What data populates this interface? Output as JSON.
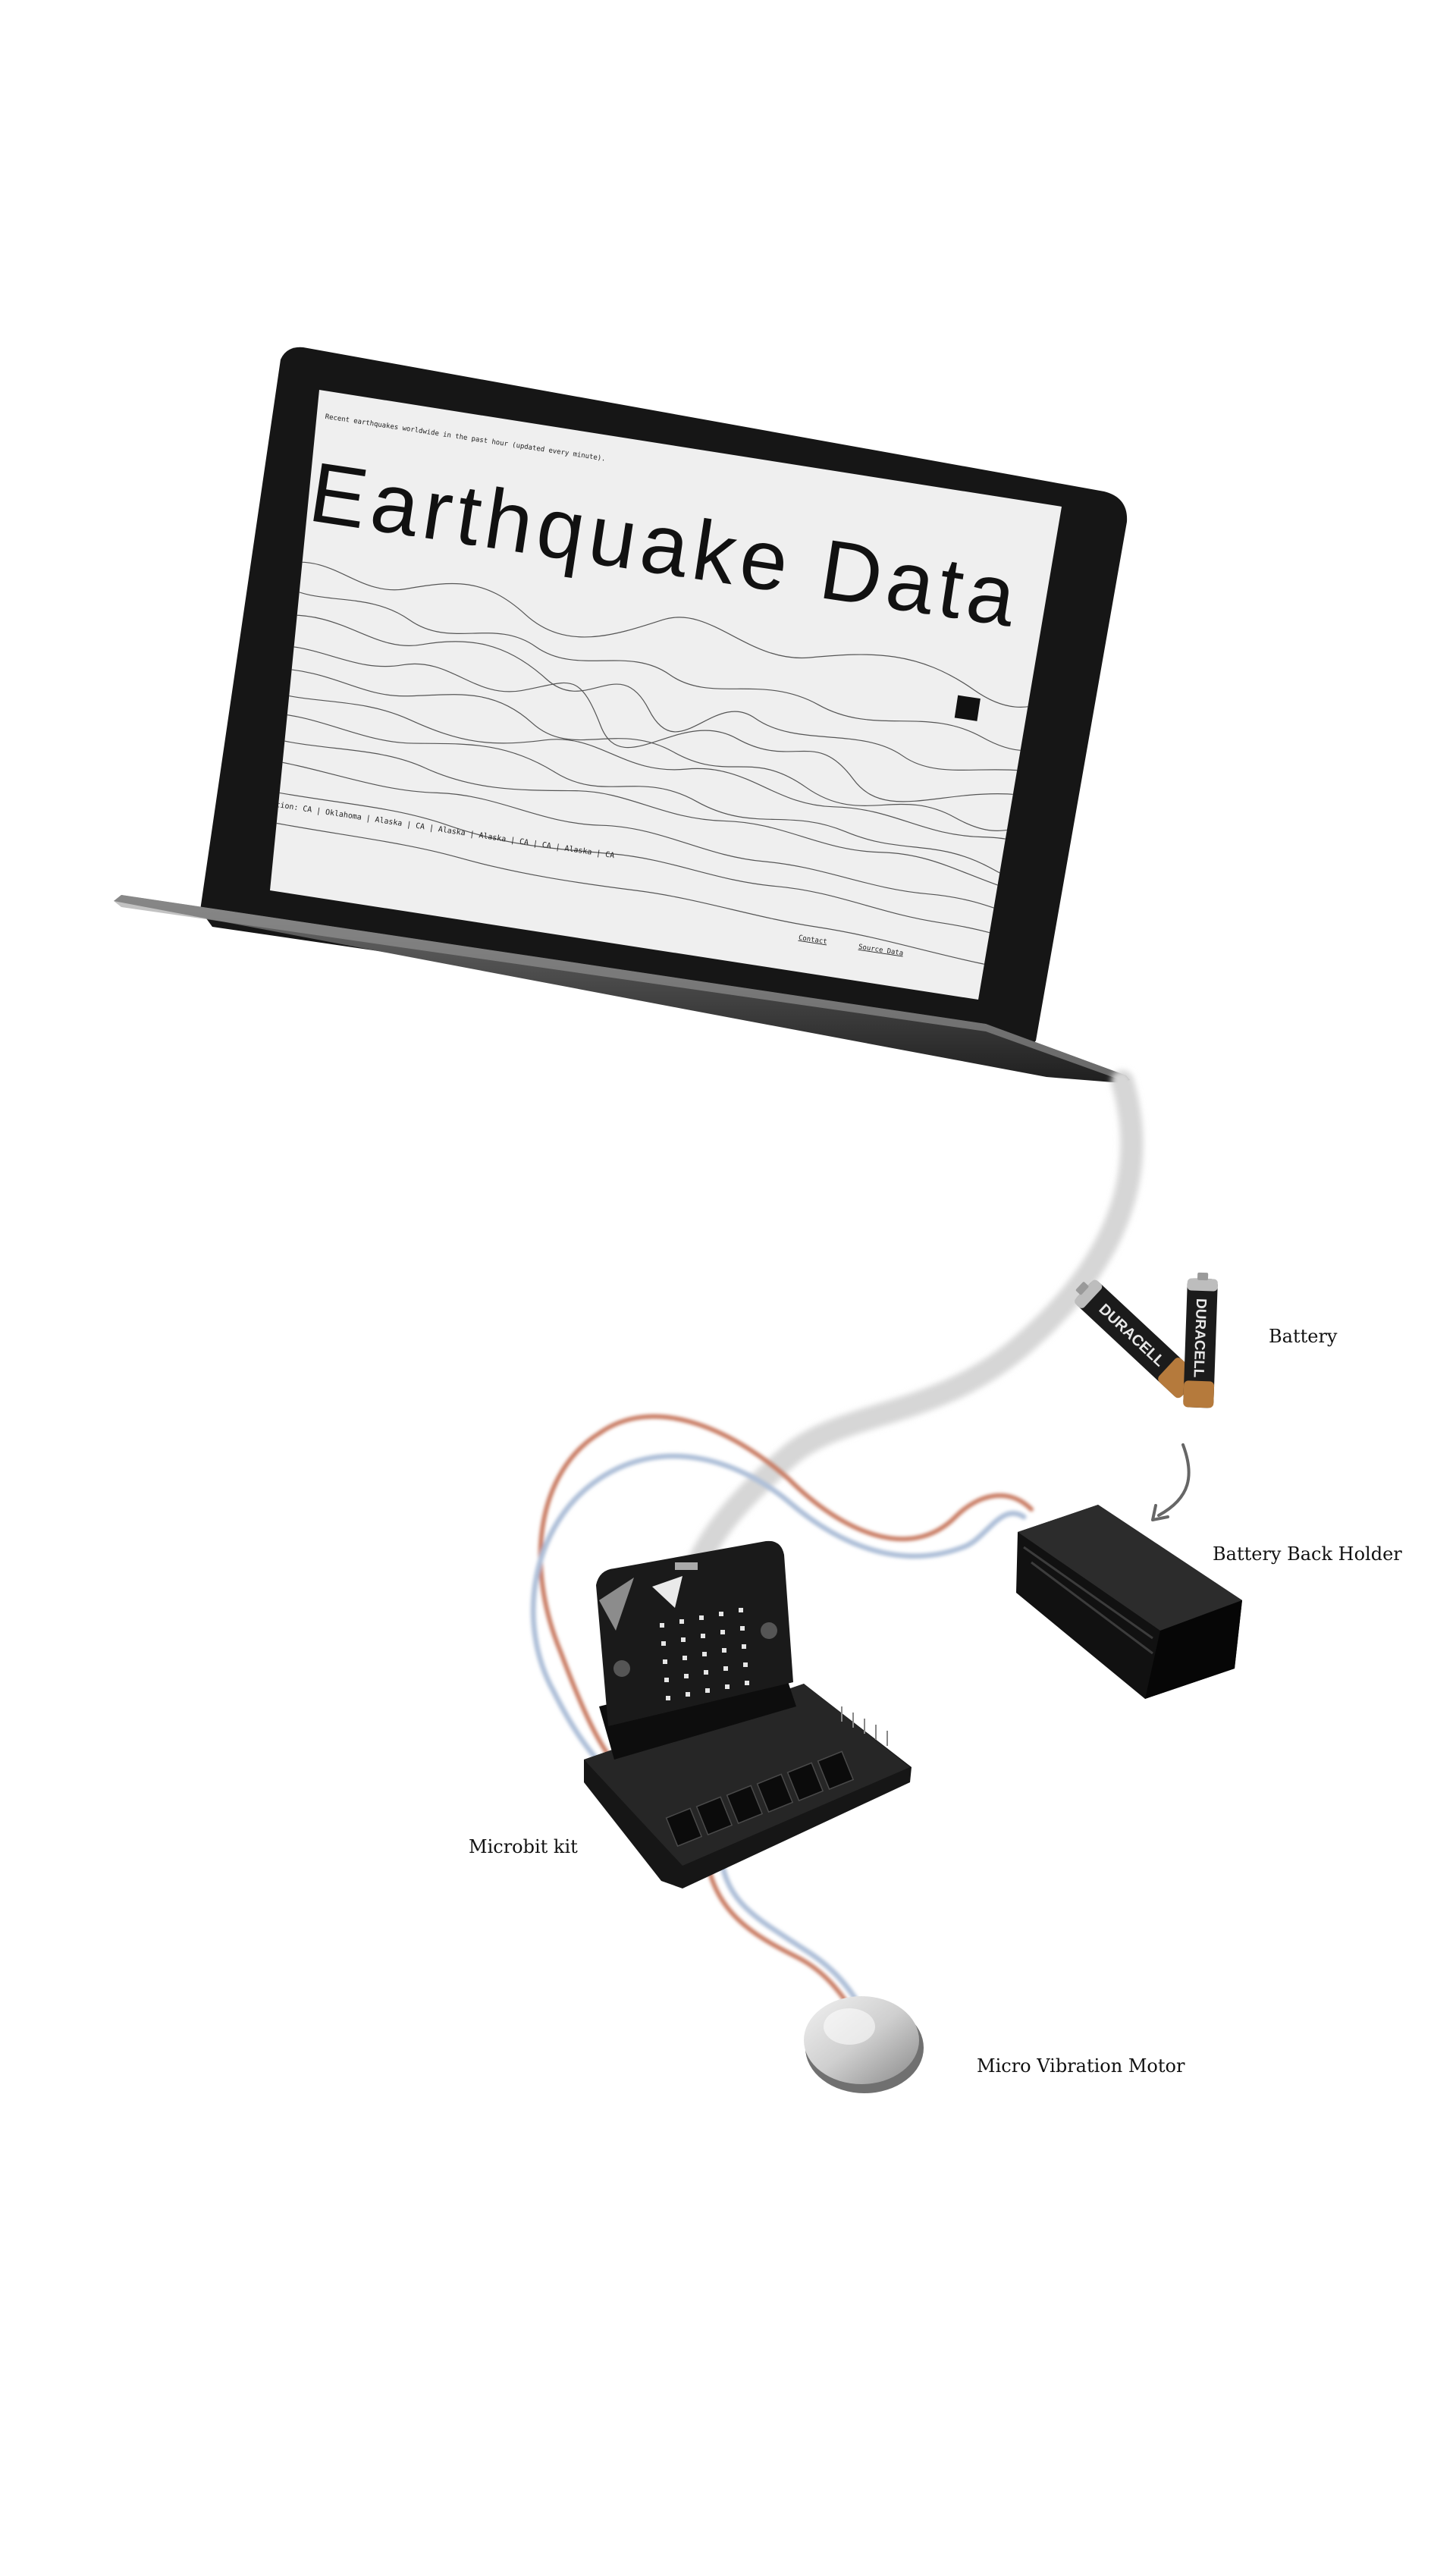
{
  "screen": {
    "header": "Recent earthquakes worldwide in the past hour (updated every minute).",
    "title": "Earthquake Data",
    "positions_label": "Position: CA | Oklahoma | Alaska | CA | Alaska | Alaska | CA | CA | Alaska | CA",
    "link_contact": "Contact",
    "link_source": "Source Data"
  },
  "labels": {
    "battery": "Battery",
    "battery_holder": "Battery Back Holder",
    "microbit": "Microbit kit",
    "motor": "Micro Vibration Motor"
  },
  "battery_brand": "DURACELL",
  "colors": {
    "red_wire": "#c87a62",
    "blue_wire": "#aebfd8",
    "usb_cable": "#d6d6d6",
    "laptop_frame": "#1a1a1a",
    "screen_bg": "#efefef"
  }
}
